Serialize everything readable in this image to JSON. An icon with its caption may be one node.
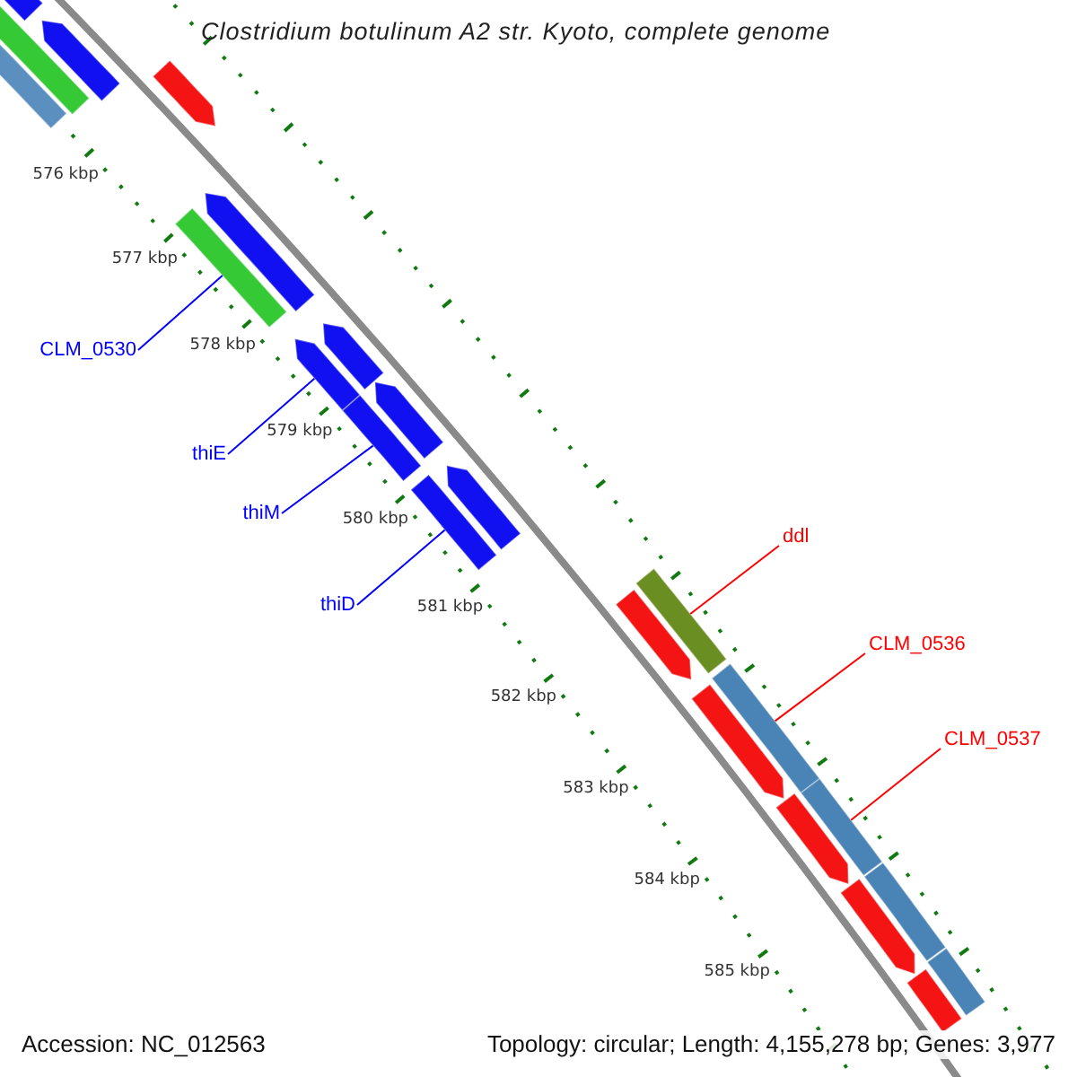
{
  "diagram": {
    "title": "Clostridium botulinum A2 str. Kyoto, complete genome",
    "nodes": [
      {
        "text": [
          "CLM_0530"
        ]
      },
      {
        "text": [],
        "shape": "bar"
      },
      {
        "text": [
          "thiE"
        ]
      },
      {
        "text": [],
        "shape": "arrow"
      },
      {
        "text": [
          "thiM"
        ]
      },
      {
        "text": [],
        "shape": "bar"
      },
      {
        "text": [
          "thiD"
        ]
      },
      {
        "text": [],
        "shape": "bar"
      },
      {
        "text": [
          "ddl"
        ]
      },
      {
        "text": [],
        "shape": "bar"
      },
      {
        "text": [
          "CLM_0536"
        ]
      },
      {
        "text": [],
        "shape": "bar"
      },
      {
        "text": [
          "CLM_0537"
        ]
      },
      {
        "text": [],
        "shape": "bar"
      },
      {
        "text": [],
        "shape": "bar"
      },
      {
        "text": [],
        "shape": "bar"
      },
      {
        "text": [],
        "shape": "arrow"
      },
      {
        "text": [],
        "shape": "arrow"
      },
      {
        "text": [],
        "shape": "arrow"
      },
      {
        "text": [],
        "shape": "arrow"
      },
      {
        "text": [],
        "shape": "arrow"
      },
      {
        "text": [],
        "shape": "arrow"
      },
      {
        "text": [],
        "shape": "arrow"
      },
      {
        "text": [],
        "shape": "arrow"
      },
      {
        "text": [],
        "shape": "arrow"
      },
      {
        "text": [],
        "shape": "arrow"
      },
      {
        "text": [],
        "shape": "arrow"
      },
      {
        "text": [],
        "shape": "arrow"
      },
      {
        "text": [],
        "shape": "bar"
      },
      {
        "text": [],
        "shape": "bar"
      }
    ],
    "edges": [
      {
        "from": 0,
        "to": 1,
        "arrow": "none"
      },
      {
        "from": 2,
        "to": 3,
        "arrow": "none"
      },
      {
        "from": 4,
        "to": 5,
        "arrow": "none"
      },
      {
        "from": 6,
        "to": 7,
        "arrow": "none"
      },
      {
        "from": 8,
        "to": 9,
        "arrow": "none",
        "color": "#ff0000"
      },
      {
        "from": 10,
        "to": 11,
        "arrow": "none",
        "color": "#ff0000"
      },
      {
        "from": 12,
        "to": 13,
        "arrow": "none",
        "color": "#ff0000"
      }
    ],
    "labels": [
      "576 kbp",
      "577 kbp",
      "578 kbp",
      "579 kbp",
      "580 kbp",
      "581 kbp",
      "582 kbp",
      "583 kbp",
      "584 kbp",
      "585 kbp",
      "Accession: NC_012563",
      "Topology: circular; Length: 4,155,278 bp; Genes: 3,977"
    ]
  }
}
